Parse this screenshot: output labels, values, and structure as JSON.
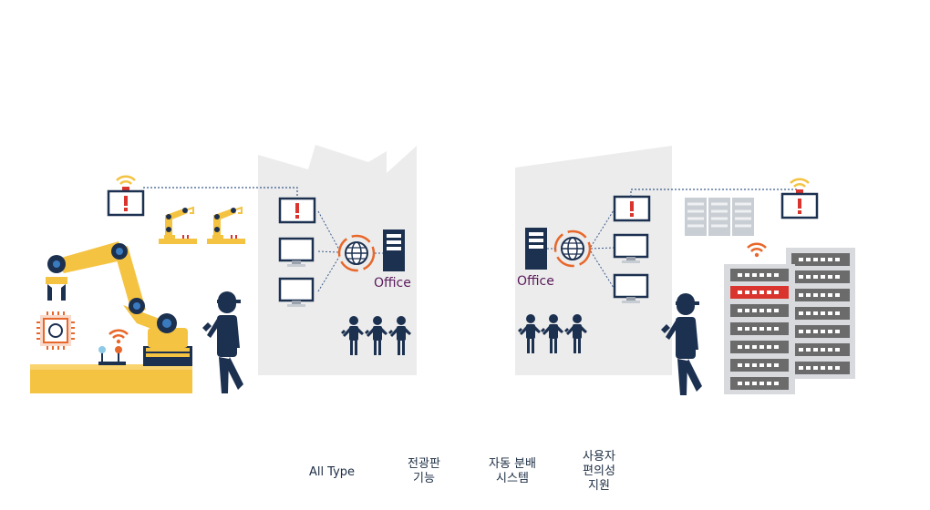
{
  "office_labels": {
    "left": "Office",
    "right": "Office"
  },
  "features": [
    {
      "label": "All Type"
    },
    {
      "label": "전광판\n기능"
    },
    {
      "label": "자동 분배\n시스템"
    },
    {
      "label": "사용자\n편의성\n지원"
    }
  ],
  "colors": {
    "navy": "#1c3050",
    "yellow": "#f5c342",
    "orange": "#e8672a",
    "alert_red": "#d9352e",
    "building_gray": "#ececec",
    "office_text": "#5b1a5b"
  },
  "icons": [
    "alarm-monitor-icon",
    "robot-arm-icon",
    "globe-icon",
    "server-tower-icon",
    "worker-icon",
    "wifi-icon",
    "server-rack-icon",
    "chip-icon",
    "lever-icon"
  ]
}
